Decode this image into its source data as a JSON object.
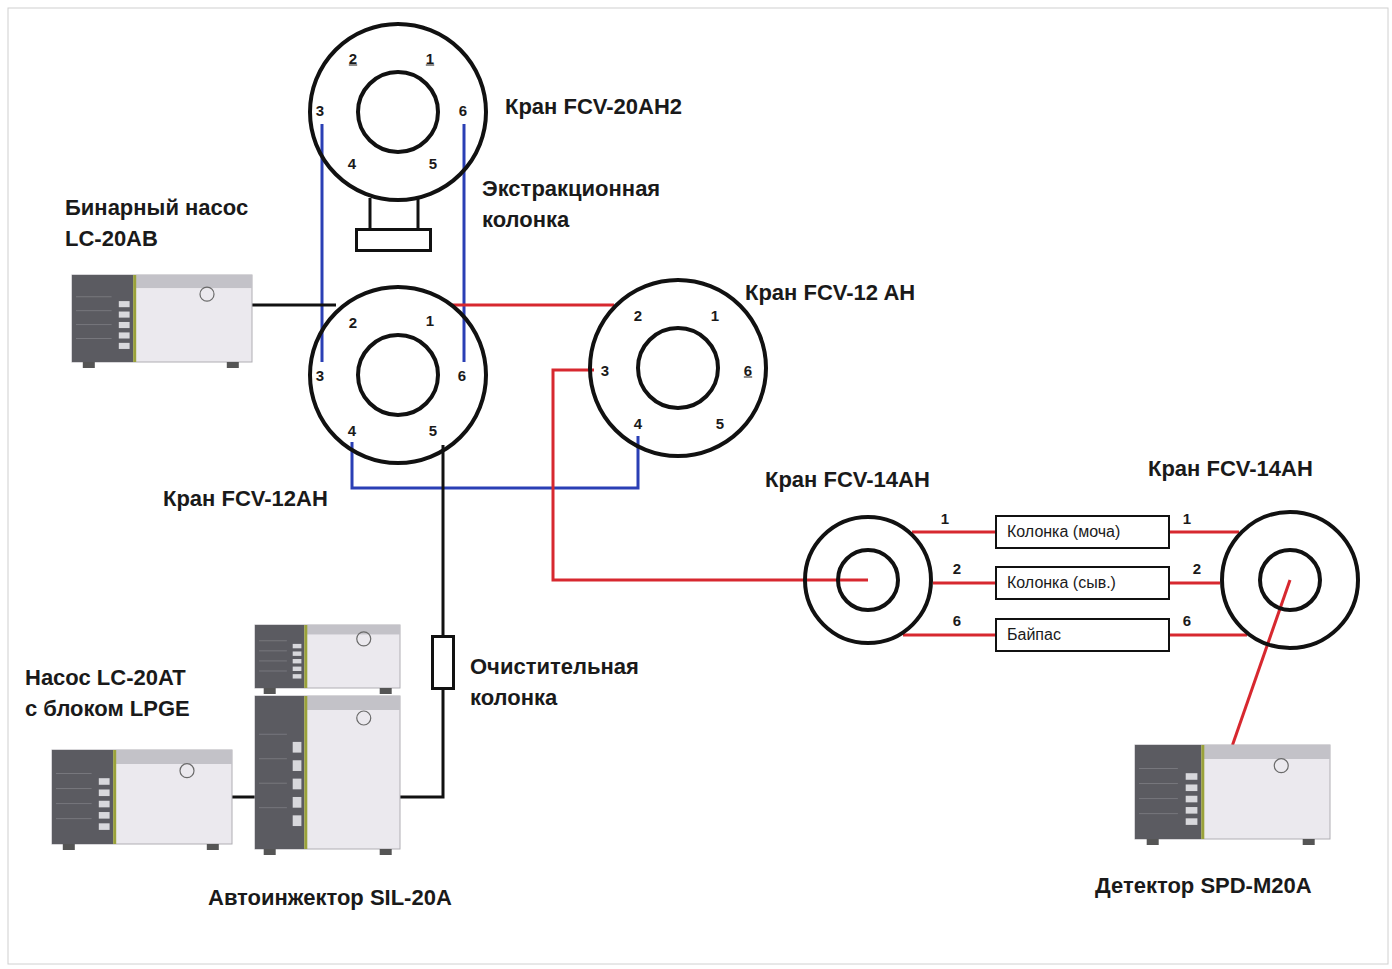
{
  "diagram": {
    "nodes": [
      {
        "text": [
          "Кран FCV-20AH2"
        ]
      },
      {
        "text": [
          "Экстракционная колонка"
        ]
      },
      {
        "text": [
          "Бинарный насос LC-20AB"
        ]
      },
      {
        "text": [
          "Кран FCV-12AH"
        ]
      },
      {
        "text": [
          "Кран FCV-12 AH"
        ]
      },
      {
        "text": [
          "Насос LC-20AT с блоком LPGE"
        ]
      },
      {
        "text": [
          "Автоинжектор SIL-20A"
        ]
      },
      {
        "text": [
          "Очистительная колонка"
        ]
      },
      {
        "text": [
          "Кран FCV-14AH"
        ]
      },
      {
        "text": [
          "Колонка (моча)"
        ]
      },
      {
        "text": [
          "Колонка (сыв.)"
        ]
      },
      {
        "text": [
          "Байпас"
        ]
      },
      {
        "text": [
          "Кран FCV-14AH"
        ]
      },
      {
        "text": [
          "Детектор SPD-M20A"
        ]
      }
    ],
    "edges": [
      {
        "from": 0,
        "to": 3,
        "arrow": "none"
      },
      {
        "from": 0,
        "to": 3,
        "arrow": "none"
      },
      {
        "from": 0,
        "to": 1,
        "arrow": "none"
      },
      {
        "from": 0,
        "to": 1,
        "arrow": "none"
      },
      {
        "from": 2,
        "to": 3,
        "arrow": "none"
      },
      {
        "from": 3,
        "to": 4,
        "arrow": "none"
      },
      {
        "from": 3,
        "to": 4,
        "arrow": "none"
      },
      {
        "from": 5,
        "to": 6,
        "arrow": "none"
      },
      {
        "from": 6,
        "to": 7,
        "arrow": "none"
      },
      {
        "from": 7,
        "to": 3,
        "arrow": "none"
      },
      {
        "from": 4,
        "to": 8,
        "arrow": "none"
      },
      {
        "from": 8,
        "to": 9,
        "arrow": "none"
      },
      {
        "from": 8,
        "to": 10,
        "arrow": "none"
      },
      {
        "from": 8,
        "to": 11,
        "arrow": "none"
      },
      {
        "from": 9,
        "to": 12,
        "arrow": "none"
      },
      {
        "from": 10,
        "to": 12,
        "arrow": "none"
      },
      {
        "from": 11,
        "to": 12,
        "arrow": "none"
      },
      {
        "from": 12,
        "to": 13,
        "arrow": "none"
      }
    ],
    "labels": [
      "2",
      "1",
      "3",
      "6",
      "4",
      "5",
      "2",
      "1",
      "3",
      "6",
      "4",
      "5",
      "2",
      "1",
      "3",
      "6",
      "4",
      "5",
      "1",
      "2",
      "6",
      "1",
      "2",
      "6"
    ]
  }
}
